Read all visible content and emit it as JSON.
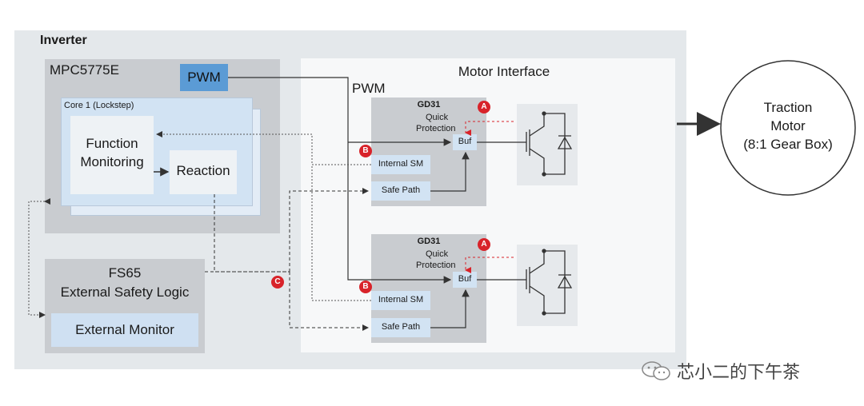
{
  "inverter": {
    "title": "Inverter"
  },
  "mcu": {
    "title": "MPC5775E",
    "pwm_label": "PWM"
  },
  "core": {
    "title": "Core 1 (Lockstep)",
    "function_monitoring": [
      "Function",
      "Monitoring"
    ],
    "reaction": "Reaction"
  },
  "fs65": {
    "title": "FS65",
    "subtitle": "External Safety Logic",
    "monitor": "External Monitor"
  },
  "motor_interface": {
    "title": "Motor Interface",
    "pwm_label": "PWM"
  },
  "gd31": [
    {
      "title": "GD31",
      "quick_protection": [
        "Quick",
        "Protection"
      ],
      "buf": "Buf",
      "internal_sm": "Internal SM",
      "safe_path": "Safe Path"
    },
    {
      "title": "GD31",
      "quick_protection": [
        "Quick",
        "Protection"
      ],
      "buf": "Buf",
      "internal_sm": "Internal SM",
      "safe_path": "Safe Path"
    }
  ],
  "markers": {
    "a": "A",
    "b": "B",
    "c": "C"
  },
  "motor": {
    "lines": [
      "Traction",
      "Motor",
      "(8:1 Gear Box)"
    ]
  },
  "watermark": {
    "text": "芯小二的下午茶"
  },
  "colors": {
    "inverter_bg": "#e4e8eb",
    "block_gray": "#c9ccd0",
    "core_blue": "#d2e3f3",
    "pwm_blue": "#5b9bd5",
    "light_blue": "#dce9f6",
    "marker_red": "#d8232a"
  }
}
